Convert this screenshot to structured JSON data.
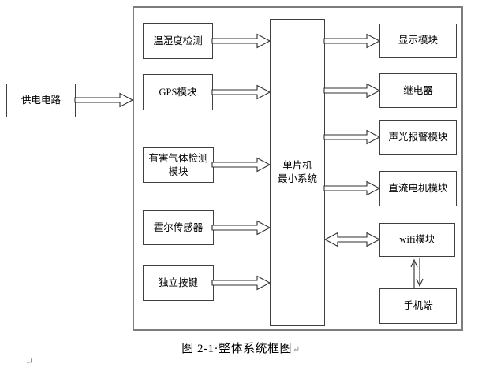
{
  "figure": {
    "caption": "图 2-1·整体系统框图",
    "return_mark": "↵",
    "power_supply": "供电电路",
    "mcu": {
      "line1": "单片机",
      "line2": "最小系统"
    },
    "inputs": [
      "温湿度检测",
      "GPS模块",
      "有害气体检测模块",
      "霍尔传感器",
      "独立按键"
    ],
    "outputs": [
      "显示模块",
      "继电器",
      "声光报警模块",
      "直流电机模块",
      "wifi模块",
      "手机端"
    ],
    "colors": {
      "box_border": "#3f3f3f",
      "frame_border": "#7d7d7d",
      "arrow_outline": "#2f2f2f",
      "text": "#000000",
      "paragraph_mark": "#8a8a9a"
    }
  }
}
